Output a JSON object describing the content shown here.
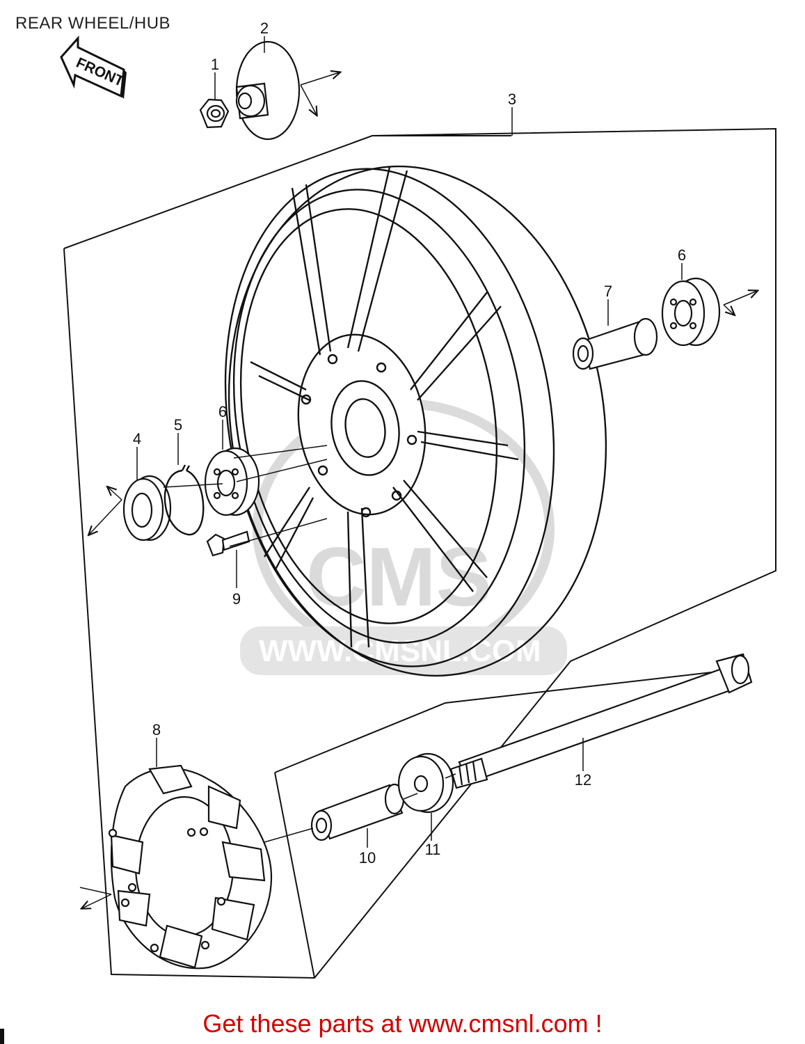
{
  "header": {
    "title": "REAR WHEEL/HUB"
  },
  "orientation": {
    "label": "FRONT"
  },
  "watermark": {
    "brand": "CMS",
    "url": "WWW.CMSNL.COM"
  },
  "callouts": [
    {
      "id": "c1",
      "label": "1"
    },
    {
      "id": "c2",
      "label": "2"
    },
    {
      "id": "c3",
      "label": "3"
    },
    {
      "id": "c4",
      "label": "4"
    },
    {
      "id": "c5",
      "label": "5"
    },
    {
      "id": "c6a",
      "label": "6"
    },
    {
      "id": "c6b",
      "label": "6"
    },
    {
      "id": "c7",
      "label": "7"
    },
    {
      "id": "c8",
      "label": "8"
    },
    {
      "id": "c9",
      "label": "9"
    },
    {
      "id": "c10",
      "label": "10"
    },
    {
      "id": "c11",
      "label": "11"
    },
    {
      "id": "c12",
      "label": "12"
    }
  ],
  "footer": {
    "cta": "Get these parts at www.cmsnl.com !"
  },
  "colors": {
    "line": "#111111",
    "cta": "#d10000",
    "watermark": "#bdbdbd"
  }
}
